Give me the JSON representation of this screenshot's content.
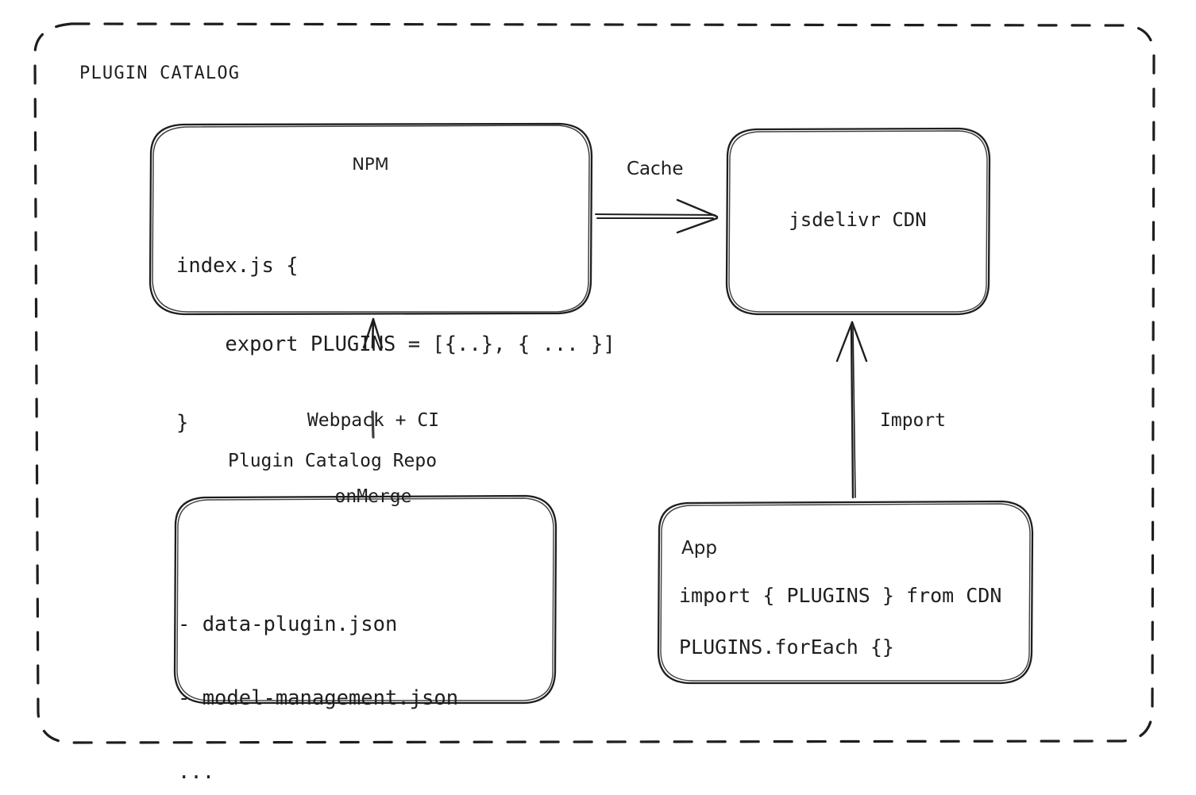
{
  "diagram": {
    "title": "PLUGIN CATALOG",
    "style": "hand-drawn",
    "stroke_color": "#1e1e1e",
    "background_color": "#ffffff"
  },
  "nodes": {
    "npm": {
      "title": "NPM",
      "code_line_1": "index.js {",
      "code_line_2": "    export PLUGINS = [{..}, { ... }]",
      "code_line_3": "}"
    },
    "cdn": {
      "title": "jsdelivr CDN"
    },
    "repo": {
      "caption": "Plugin Catalog Repo",
      "file_line_1": "- data-plugin.json",
      "file_line_2": "- model-management.json",
      "file_line_3": "..."
    },
    "app": {
      "title": "App",
      "code_line_1": "import { PLUGINS } from CDN",
      "code_line_2": "PLUGINS.forEach {}"
    }
  },
  "edges": {
    "npm_to_cdn": {
      "label": "Cache",
      "direction": "right"
    },
    "repo_to_npm": {
      "label_line_1": "Webpack + CI",
      "label_line_2": "onMerge",
      "direction": "up"
    },
    "app_to_cdn": {
      "label": "Import",
      "direction": "up"
    }
  }
}
